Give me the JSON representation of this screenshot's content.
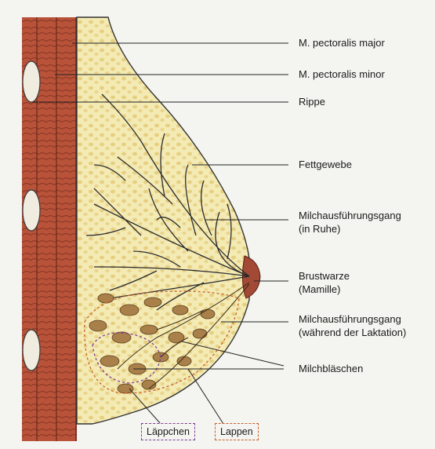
{
  "labels": {
    "pectoralis_major": "M. pectoralis major",
    "pectoralis_minor": "M. pectoralis minor",
    "rib": "Rippe",
    "fat": "Fettgewebe",
    "duct_rest_1": "Milchausführungsgang",
    "duct_rest_2": "(in Ruhe)",
    "nipple_1": "Brustwarze",
    "nipple_2": "(Mamille)",
    "duct_lact_1": "Milchausführungsgang",
    "duct_lact_2": "(während der Laktation)",
    "alveoli": "Milchbläschen",
    "lobule": "Läppchen",
    "lobe": "Lappen"
  },
  "colors": {
    "muscle": "#b8533a",
    "fat": "#f3eab4",
    "fat_dots": "#e8d48a",
    "ducts": "#2b2b2b",
    "lactating_lobules": "#a9804a",
    "nipple": "#a24a36",
    "lobule_outline": "#7d3c98",
    "lobe_outline": "#c8612a"
  }
}
